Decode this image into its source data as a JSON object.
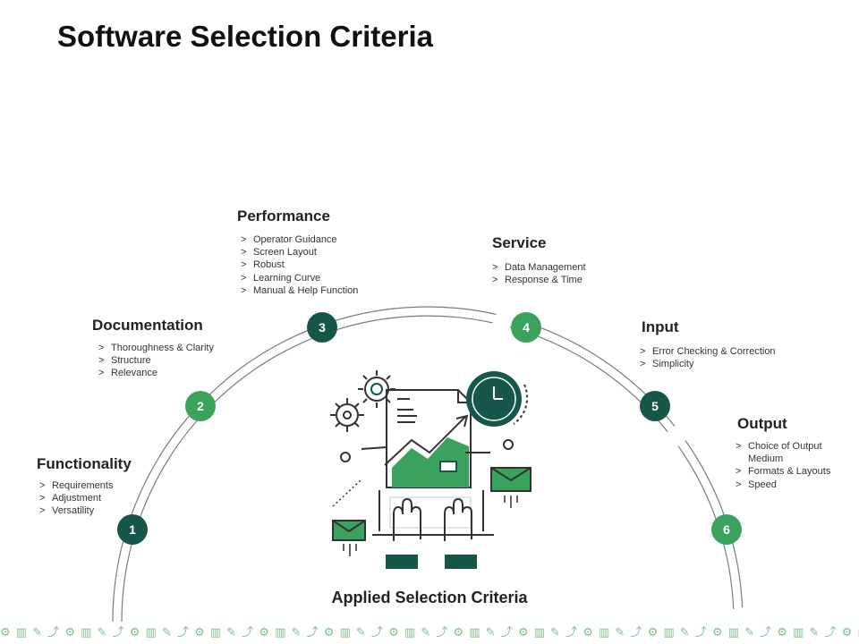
{
  "title": "Software Selection Criteria",
  "center_caption": "Applied Selection Criteria",
  "colors": {
    "dark_green": "#17574a",
    "light_green": "#3aa25c",
    "arc": "#7b7b7b",
    "text": "#222222"
  },
  "criteria": [
    {
      "number": "1",
      "heading": "Functionality",
      "items": [
        "Requirements",
        "Adjustment",
        "Versatility"
      ]
    },
    {
      "number": "2",
      "heading": "Documentation",
      "items": [
        "Thoroughness & Clarity",
        "Structure",
        "Relevance"
      ]
    },
    {
      "number": "3",
      "heading": "Performance",
      "items": [
        "Operator Guidance",
        "Screen Layout",
        "Robust",
        "Learning Curve",
        "Manual & Help Function"
      ]
    },
    {
      "number": "4",
      "heading": "Service",
      "items": [
        "Data Management",
        "Response & Time"
      ]
    },
    {
      "number": "5",
      "heading": "Input",
      "items": [
        "Error Checking & Correction",
        "Simplicity"
      ]
    },
    {
      "number": "6",
      "heading": "Output",
      "items": [
        "Choice of Output Medium",
        "Formats & Layouts",
        "Speed"
      ]
    }
  ],
  "footer_icons": [
    "gear-icon",
    "chart-icon",
    "document-icon",
    "trend-icon"
  ]
}
